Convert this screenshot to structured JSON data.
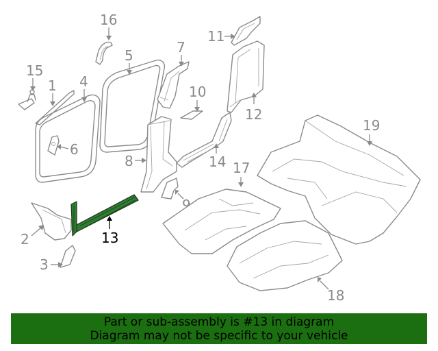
{
  "callouts": {
    "c1": "1",
    "c2": "2",
    "c3": "3",
    "c4": "4",
    "c5": "5",
    "c6": "6",
    "c7": "7",
    "c8": "8",
    "c9": "9",
    "c10": "10",
    "c11": "11",
    "c12": "12",
    "c13": "13",
    "c14": "14",
    "c15": "15",
    "c16": "16",
    "c17": "17",
    "c18": "18",
    "c19": "19"
  },
  "highlight": {
    "part": "13",
    "color": "#2e7d32"
  },
  "banner": {
    "line1": "Part or sub-assembly is #13 in diagram",
    "line2": "Diagram may not be specific to your vehicle",
    "background": "#1b6f10"
  }
}
